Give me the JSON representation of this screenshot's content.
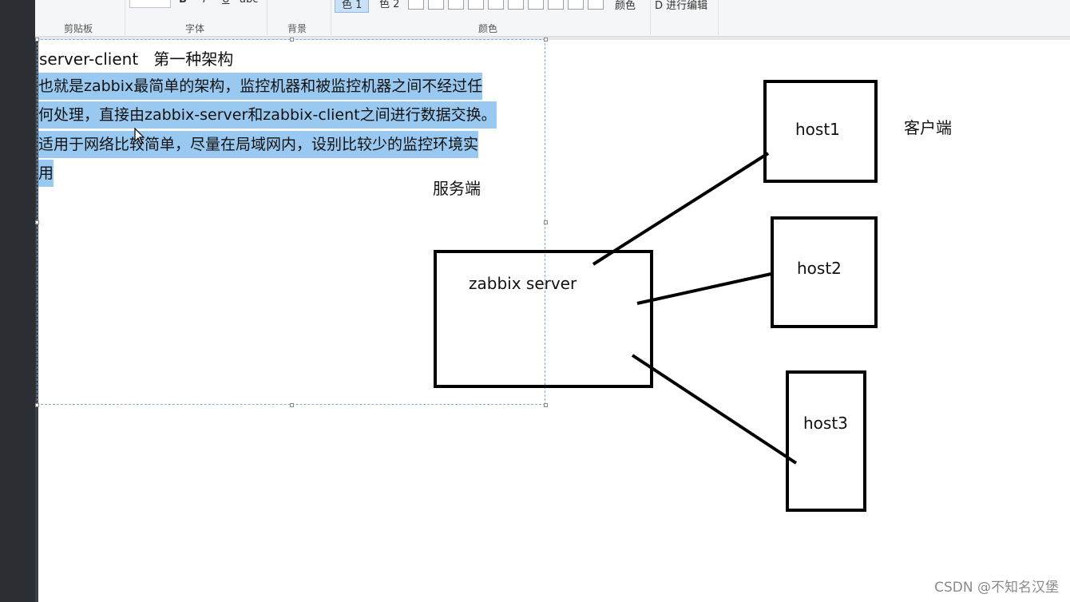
{
  "ribbon": {
    "groups": {
      "clipboard": "剪贴板",
      "font": "字体",
      "background": "背景",
      "colors": "颜色"
    },
    "color_buttons": [
      "色 1",
      "色 2"
    ],
    "colors_label": "颜色",
    "edit_label": "D 进行编辑",
    "active_color_index": 0
  },
  "document": {
    "title_line": "server-client   第一种架构",
    "highlighted_lines": [
      "也就是zabbix最简单的架构，监控机器和被监控机器之间不经过任",
      "何处理，直接由zabbix-server和zabbix-client之间进行数据交换。",
      "适用于网络比较简单，尽量在局域网内，设别比较少的监控环境实",
      "用"
    ],
    "selection_color": "#99c9f0"
  },
  "diagram": {
    "server_side_label": "服务端",
    "client_side_label": "客户端",
    "server_box_label": "zabbix server",
    "hosts": [
      "host1",
      "host2",
      "host3"
    ],
    "stroke_color": "#000000"
  },
  "watermark": "CSDN @不知名汉堡",
  "icons": {
    "cursor": "arrow-cursor-icon",
    "bold": "bold-icon",
    "italic": "italic-icon",
    "underline": "underline-icon"
  }
}
